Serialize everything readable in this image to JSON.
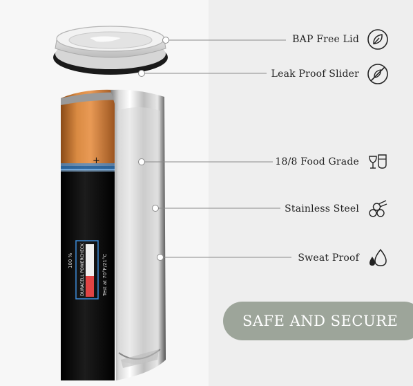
{
  "features": [
    {
      "label": "BAP Free Lid",
      "icon": "leaf-icon"
    },
    {
      "label": "Leak Proof Slider",
      "icon": "no-leak-icon"
    },
    {
      "label": "18/8 Food Grade",
      "icon": "food-grade-icon"
    },
    {
      "label": "Stainless Steel",
      "icon": "steel-pipes-icon"
    },
    {
      "label": "Sweat Proof",
      "icon": "water-drops-icon"
    }
  ],
  "badge": {
    "text": "SAFE AND SECURE"
  },
  "battery": {
    "plus": "+",
    "brand": "DURACELL POWERCHECK",
    "test_text": "Test at 70°F/21°C",
    "level": "100 %"
  },
  "colors": {
    "accent": "#9da59a",
    "copper": "#c9762f",
    "line": "#8a8a8a"
  }
}
